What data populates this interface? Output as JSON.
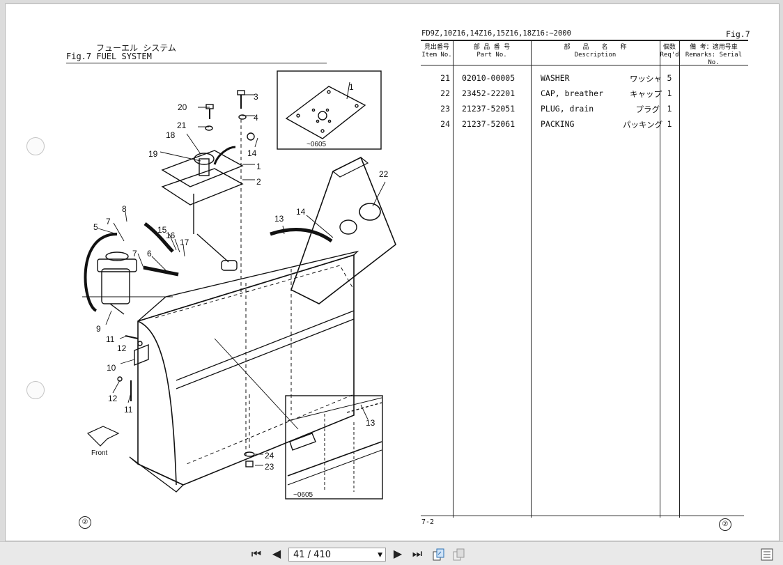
{
  "figure": {
    "title_jp": "フューエル システム",
    "title_en": "Fig.7  FUEL SYSTEM",
    "callouts": [
      "1",
      "2",
      "3",
      "4",
      "5",
      "6",
      "7",
      "8",
      "9",
      "10",
      "11",
      "12",
      "13",
      "14",
      "15",
      "16",
      "17",
      "18",
      "19",
      "20",
      "21",
      "22",
      "23",
      "24"
    ],
    "inset_note": "~0605",
    "front_label": "Front",
    "sheet_mark": "②"
  },
  "parts_list": {
    "model_line": "FD9Z,10Z16,14Z16,15Z16,18Z16:~2000",
    "fig_no": "Fig.7",
    "headers": {
      "item_jp": "見出番号",
      "item_en": "Item No.",
      "part_jp": "部 品 番 号",
      "part_en": "Part No.",
      "desc_jp": "部　　品　　名　　称",
      "desc_en": "Description",
      "qty_jp": "個数",
      "qty_en": "Req'd",
      "remarks_jp": "備 考：適用号車",
      "remarks_en": "Remarks: Serial No."
    },
    "rows": [
      {
        "item": "21",
        "part": "02010-00005",
        "desc": "WASHER",
        "desc_jp": "ワッシャ",
        "qty": "5"
      },
      {
        "item": "22",
        "part": "23452-22201",
        "desc": "CAP, breather",
        "desc_jp": "キャップ",
        "qty": "1"
      },
      {
        "item": "23",
        "part": "21237-52051",
        "desc": "PLUG, drain",
        "desc_jp": "プラグ",
        "qty": "1"
      },
      {
        "item": "24",
        "part": "21237-52061",
        "desc": "PACKING",
        "desc_jp": "パッキング",
        "qty": "1"
      }
    ],
    "page_code": "7-2",
    "sheet_mark": "②"
  },
  "toolbar": {
    "first_icon": "first-page-icon",
    "prev_icon": "prev-page-icon",
    "page_display": "41 / 410",
    "next_icon": "next-page-icon",
    "last_icon": "last-page-icon"
  }
}
